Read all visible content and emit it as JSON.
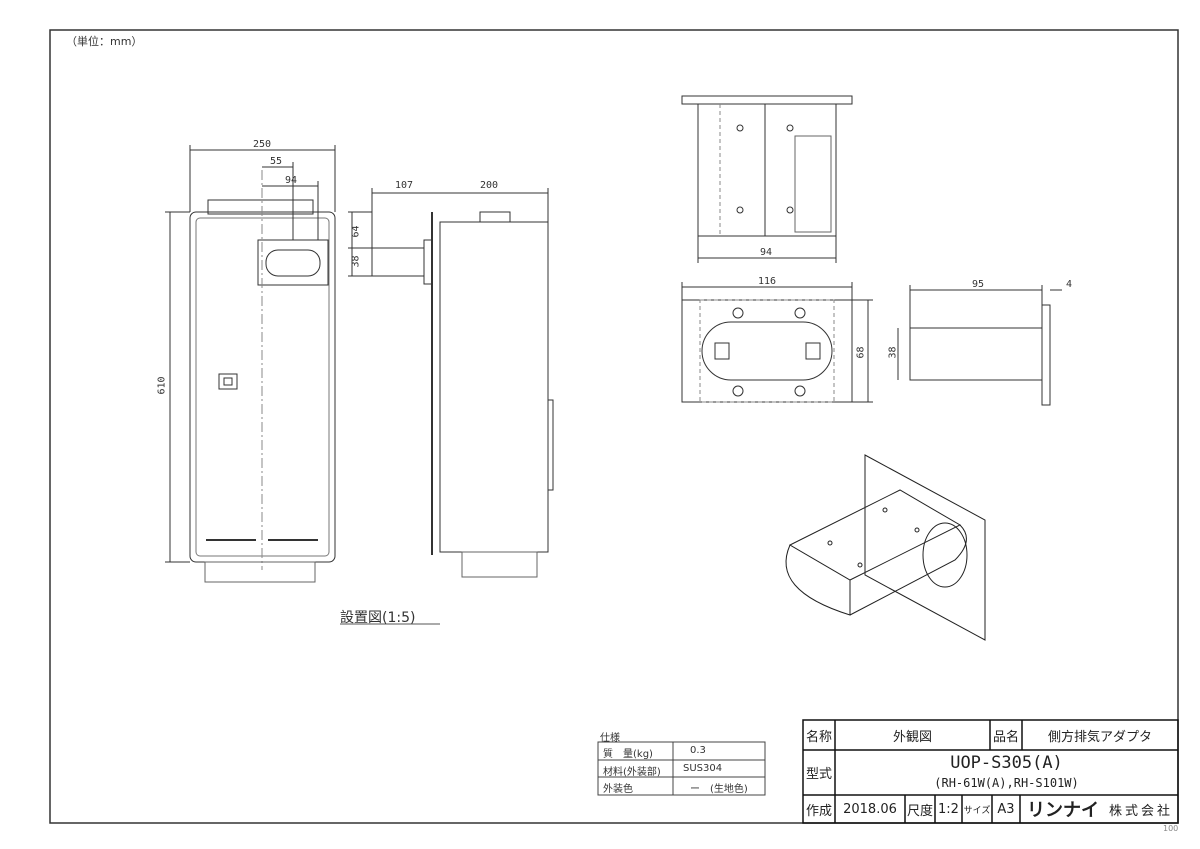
{
  "unit_note": "（単位：mm）",
  "install_label": "設置図(1:5)",
  "dimensions": {
    "front_width": "250",
    "front_offset": "55",
    "front_inner": "94",
    "front_height": "610",
    "side_depth_adapter": "107",
    "side_depth_body": "200",
    "side_h1": "64",
    "side_h2": "38",
    "top_width": "94",
    "plate_width": "116",
    "plate_height": "68",
    "adapter_length": "95",
    "adapter_plate": "4",
    "adapter_height": "38"
  },
  "spec_table": {
    "title": "仕様",
    "rows": [
      {
        "label": "質　量(kg)",
        "value": "0.3"
      },
      {
        "label": "材料(外装部)",
        "value": "SUS304"
      },
      {
        "label": "外装色",
        "value": "ー　(生地色)"
      }
    ]
  },
  "title_block": {
    "name_label": "名称",
    "name_value": "外観図",
    "product_label": "品名",
    "product_value": "側方排気アダプタ",
    "model_label": "型式",
    "model_value": "UOP-S305(A)",
    "model_sub": "(RH-61W(A),RH-S101W)",
    "created_label": "作成",
    "created_value": "2018.06",
    "scale_label": "尺度",
    "scale_value": "1:2",
    "size_label": "サイズ",
    "size_value": "A3",
    "company_logo": "リンナイ",
    "company_suffix": "株式会社",
    "page_code": "100"
  }
}
